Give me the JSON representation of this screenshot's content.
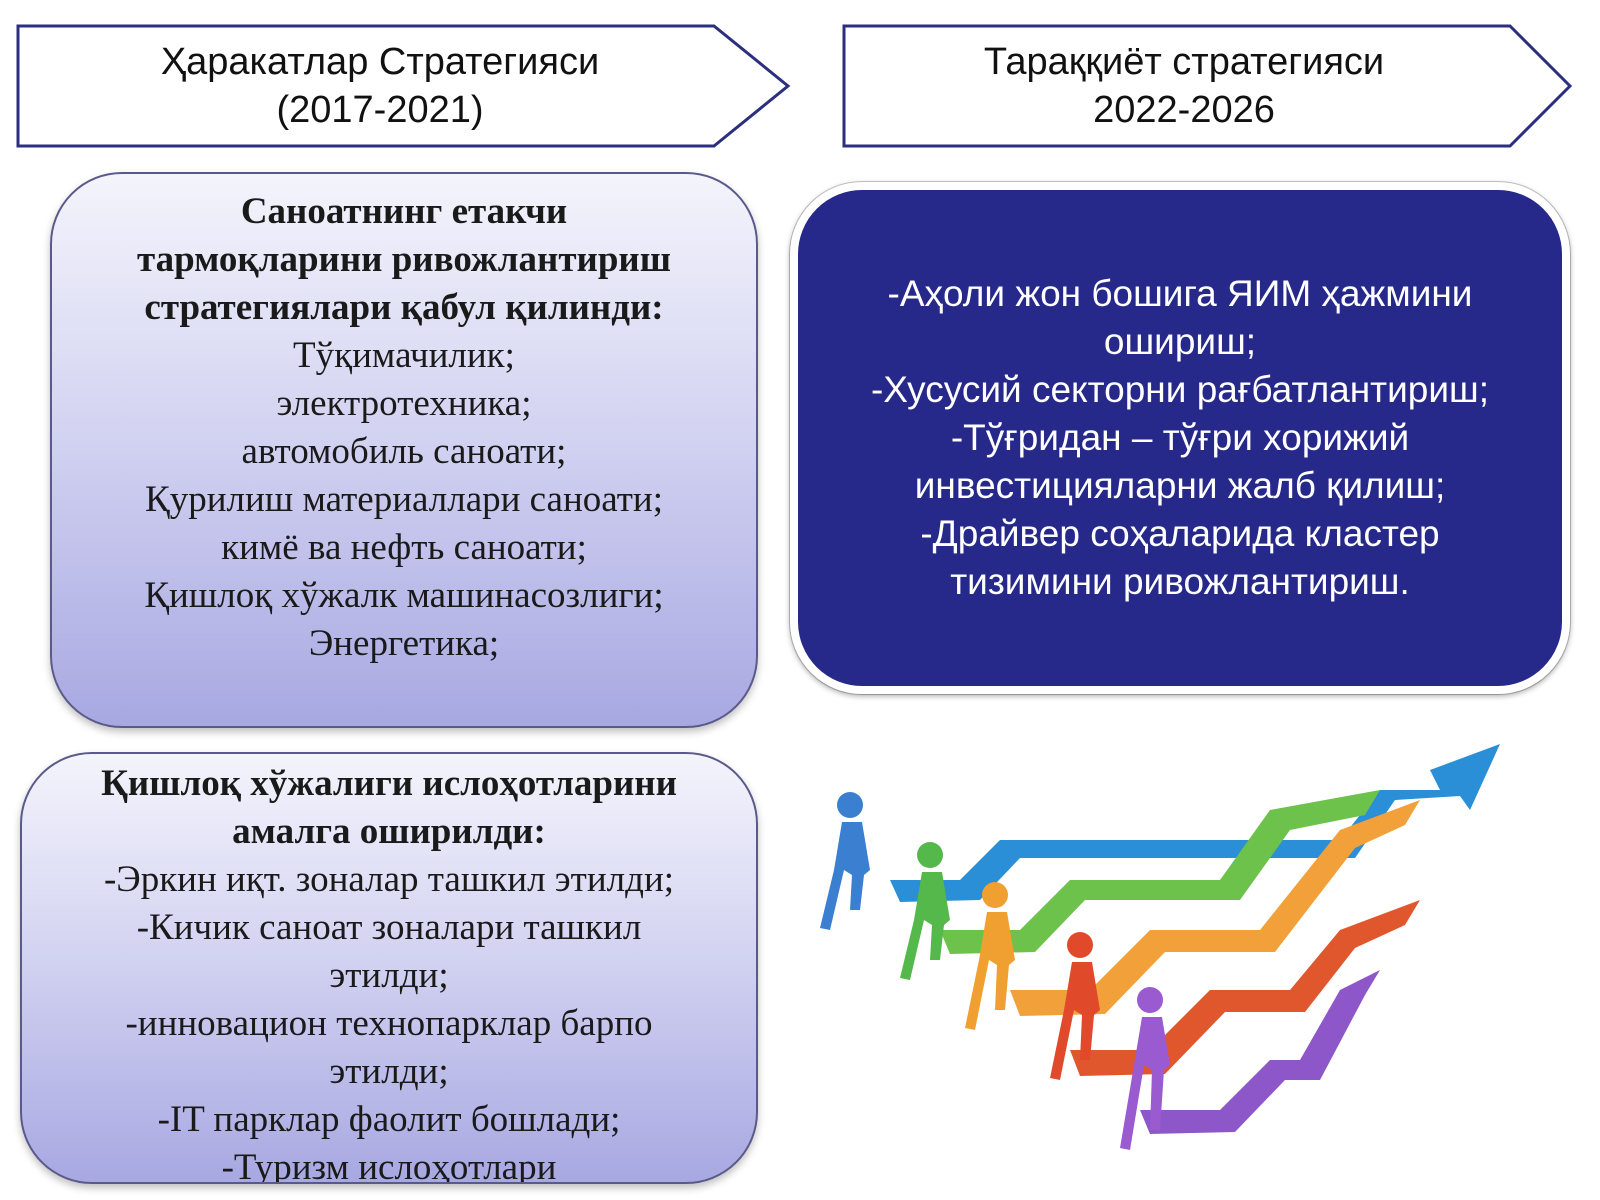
{
  "headers": {
    "left": {
      "line1": "Ҳаракатлар Стратегияси",
      "line2": "(2017-2021)"
    },
    "right": {
      "line1": "Тараққиёт стратегияси",
      "line2": "2022-2026"
    }
  },
  "industry_box": {
    "title_lines": [
      "Саноатнинг етакчи",
      "тармоқларини ривожлантириш",
      "стратегиялари қабул қилинди:"
    ],
    "items": [
      "Тўқимачилик;",
      "электротехника;",
      "автомобиль саноати;",
      "Қурилиш материаллари саноати;",
      "кимё ва нефть саноати;",
      "Қишлоқ хўжалк машинасозлиги;",
      "Энергетика;"
    ]
  },
  "agri_box": {
    "title_lines": [
      "Қишлоқ хўжалиги ислоҳотларини",
      "амалга оширилди:"
    ],
    "lines": [
      "-Эркин иқт. зоналар ташкил этилди;",
      "-Кичик саноат зоналари ташкил",
      "этилди;",
      "-инновацион технопарклар барпо",
      "этилди;",
      "-IT парклар фаолит бошлади;",
      "-Туризм ислоҳотлари"
    ]
  },
  "development_box": {
    "lines": [
      "-Аҳоли жон бошига ЯИМ ҳажмини",
      "ошириш;",
      "-Хусусий секторни рағбатлантириш;",
      "-Тўғридан – тўғри хорижий",
      "инвестицияларни жалб қилиш;",
      "-Драйвер соҳаларида кластер",
      "тизимини ривожлантириш."
    ]
  },
  "colors": {
    "header_border": "#2b2f7e",
    "dev_box_bg": "#27298a",
    "lilac_bottom": "#a8a8e2",
    "arrow_colors": [
      "#2a8fd6",
      "#6cc24a",
      "#f2a13a",
      "#e0572e",
      "#8e57c9"
    ]
  },
  "illustration": {
    "icon": "people-climbing-arrows-illustration",
    "figure_colors": [
      "#3a7fd0",
      "#55b84a",
      "#f0a030",
      "#e04a2a",
      "#9a5ad0"
    ]
  }
}
